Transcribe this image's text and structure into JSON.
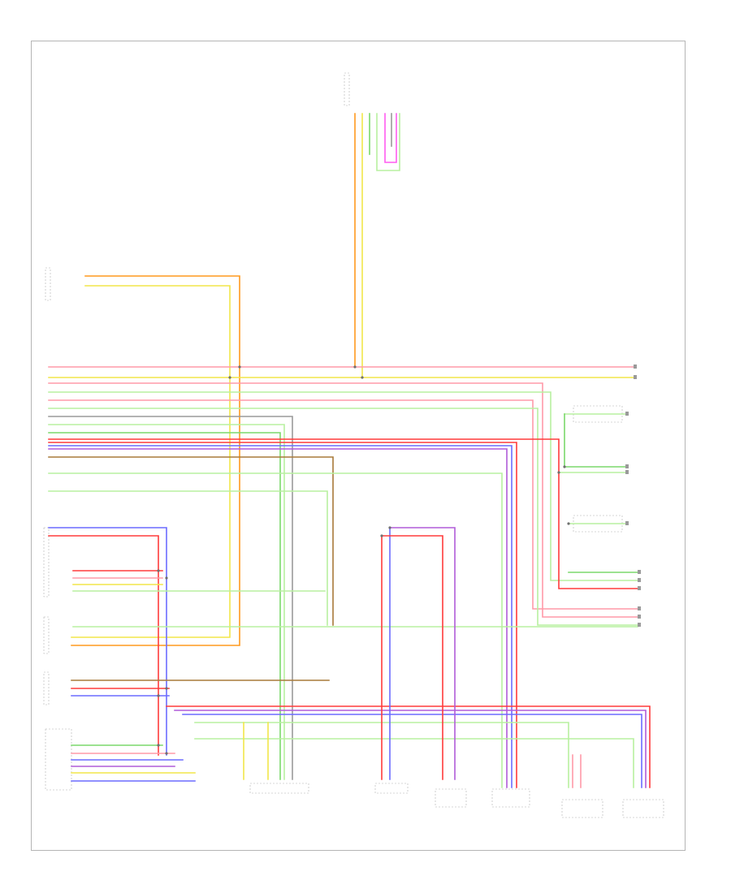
{
  "footer": {
    "code": ""
  },
  "components": [
    {
      "id": "top-module",
      "label": ""
    },
    {
      "id": "upper-left-module",
      "label": ""
    },
    {
      "id": "right-upper-module",
      "label": ""
    },
    {
      "id": "right-mid-module-1",
      "label": ""
    },
    {
      "id": "right-mid-module-2",
      "label": ""
    },
    {
      "id": "right-mid-module-3",
      "label": ""
    },
    {
      "id": "right-lower-label",
      "label": ""
    },
    {
      "id": "left-module-1",
      "label": ""
    },
    {
      "id": "left-module-2",
      "label": ""
    },
    {
      "id": "left-module-3",
      "label": ""
    },
    {
      "id": "left-module-4",
      "label": ""
    },
    {
      "id": "bottom-module-1",
      "label": ""
    },
    {
      "id": "bottom-module-2",
      "label": ""
    },
    {
      "id": "bottom-module-3",
      "label": ""
    },
    {
      "id": "bottom-module-4",
      "label": ""
    },
    {
      "id": "bottom-module-5",
      "label": ""
    },
    {
      "id": "bottom-module-6",
      "label": ""
    }
  ],
  "wire_colors": {
    "red": "#ff3b3b",
    "pink": "#ff9aa8",
    "yellow": "#f2e64a",
    "orange": "#ff9a1f",
    "green": "#7bd86b",
    "light_green": "#b8f0a0",
    "blue": "#6c6cff",
    "violet": "#b05cd8",
    "brown": "#a87a3a",
    "gray": "#9a9a9a",
    "white": "#e6e6e6",
    "magenta": "#ff5cf0"
  }
}
